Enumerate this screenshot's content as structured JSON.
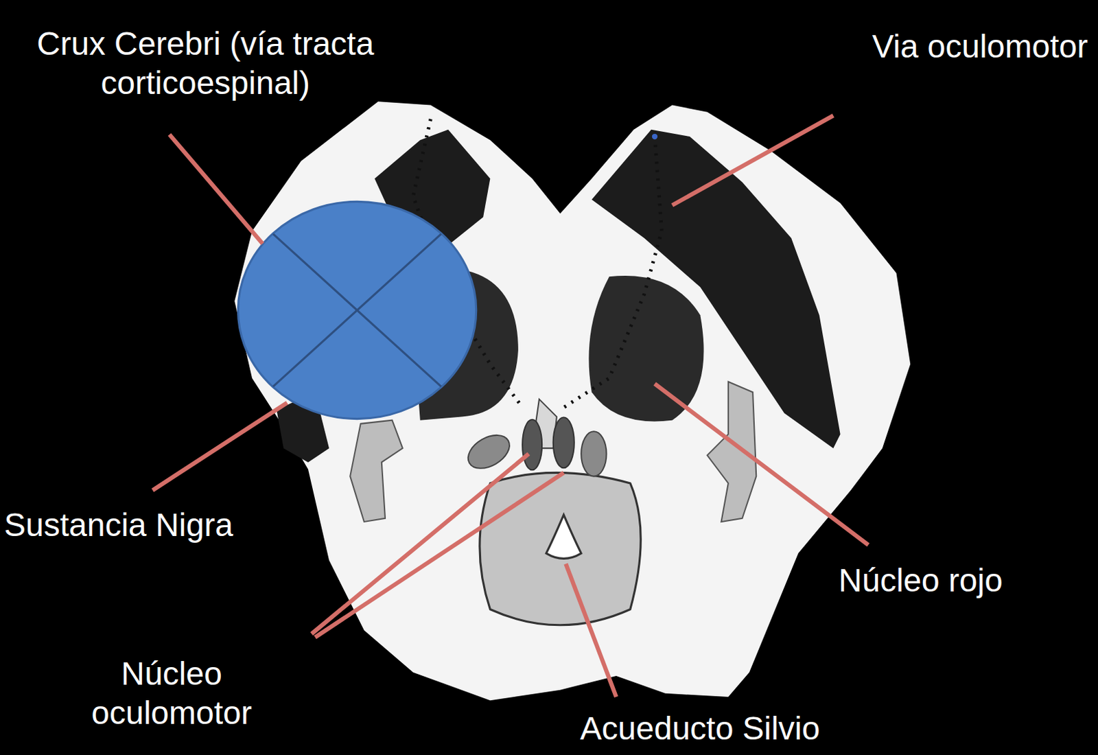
{
  "diagram": {
    "labels": [
      "Crux Cerebri (vía tracta corticoespinal)",
      "Via oculomotor",
      "Sustancia Nigra",
      "Núcleo rojo",
      "Núcleo oculomotor",
      "Acueducto Silvio"
    ]
  }
}
